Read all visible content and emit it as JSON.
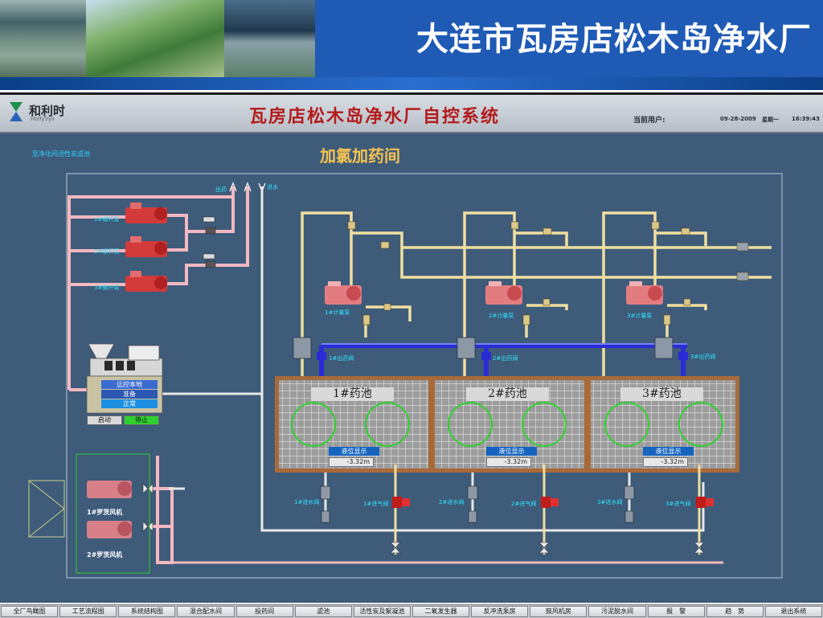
{
  "slide": {
    "title": "大连市瓦房店松木岛净水厂"
  },
  "hmi": {
    "logo_text": "和利时",
    "logo_sub": "HollySys",
    "system_title": "瓦房店松木岛净水厂自控系统",
    "current_user_label": "当前用户:",
    "date": "09-28-2009",
    "weekday": "星期一",
    "time": "16:39:43",
    "nav_link": "至净化间活性炭滤池",
    "room_title": "加氯加药间"
  },
  "pipe_labels": {
    "out_drug": "出药",
    "in_water": "进水"
  },
  "screw_pumps": [
    {
      "label": "1#螺杆泵"
    },
    {
      "label": "2#螺杆泵"
    },
    {
      "label": "3#螺杆泵"
    }
  ],
  "control_panel": {
    "remote": "远控本地",
    "ready": "准备",
    "normal": "正常",
    "start_button": "启动",
    "stop_button": "停止"
  },
  "metering_pumps": [
    {
      "label": "1#计量泵"
    },
    {
      "label": "2#计量泵"
    },
    {
      "label": "3#计量泵"
    }
  ],
  "outlet_valves": [
    {
      "label": "1#出药阀"
    },
    {
      "label": "2#出药阀"
    },
    {
      "label": "3#出药阀"
    }
  ],
  "tanks": [
    {
      "label": "1#药池",
      "level_title": "液位显示",
      "level_value": "-3.32",
      "level_unit": "m"
    },
    {
      "label": "2#药池",
      "level_title": "液位显示",
      "level_value": "-3.32",
      "level_unit": "m"
    },
    {
      "label": "3#药池",
      "level_title": "液位显示",
      "level_value": "-3.32",
      "level_unit": "m"
    }
  ],
  "inlet_water_valves": [
    {
      "label": "1#进水阀"
    },
    {
      "label": "2#进水阀"
    },
    {
      "label": "3#进水阀"
    }
  ],
  "inlet_air_valves": [
    {
      "label": "1#进气阀"
    },
    {
      "label": "2#进气阀"
    },
    {
      "label": "3#进气阀"
    }
  ],
  "blowers": [
    {
      "label": "1#罗茨风机"
    },
    {
      "label": "2#罗茨风机"
    }
  ],
  "bottom_nav": [
    "全厂鸟瞰图",
    "工艺流程图",
    "系统结构图",
    "混合配水间",
    "投药间",
    "滤池",
    "活性炭及絮凝池",
    "二氧发生器",
    "反冲洗泵房",
    "鼓风机房",
    "污泥脱水间",
    "报　警",
    "趋　势",
    "退出系统"
  ],
  "colors": {
    "banner": "#1f5ab5",
    "hmi_background": "#3e5b7a",
    "drug_pipe": "#f0dfa0",
    "pink_pipe": "#f4b8c0",
    "blue_pipe": "#2b2bd6",
    "tank_border": "#8a4a26",
    "mixer_ring": "#2fd12f",
    "accent_text": "#2fe4ff"
  }
}
